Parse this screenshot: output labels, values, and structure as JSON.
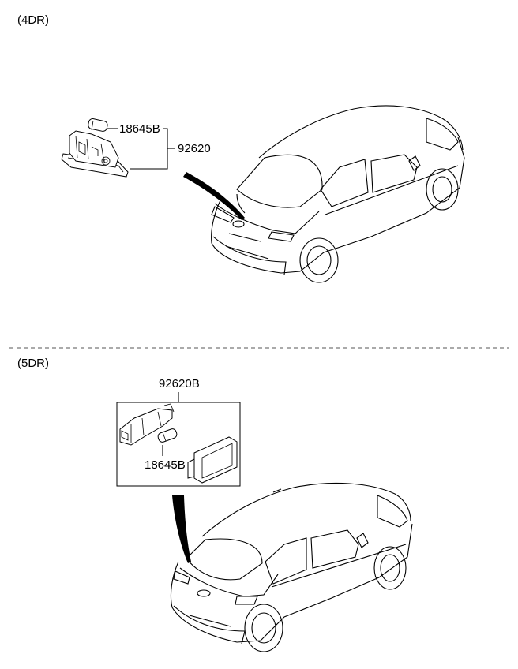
{
  "sections": [
    {
      "id": "4dr",
      "label": "(4DR)"
    },
    {
      "id": "5dr",
      "label": "(5DR)"
    }
  ],
  "parts_4dr": {
    "bulb": "18645B",
    "lamp_assy": "92620"
  },
  "parts_5dr": {
    "lamp_assy": "92620B",
    "bulb": "18645B"
  }
}
